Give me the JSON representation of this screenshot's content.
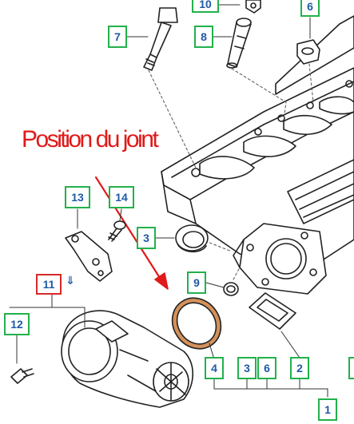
{
  "annotation": {
    "text": "Position du joint",
    "color": "#e01a1a"
  },
  "callouts": {
    "c1": "1",
    "c2": "2",
    "c3a": "3",
    "c3b": "3",
    "c4": "4",
    "c6a": "6",
    "c6b": "6",
    "c7": "7",
    "c8": "8",
    "c9": "9",
    "c10": "10",
    "c11": "11",
    "c12": "12",
    "c13": "13",
    "c14": "14"
  },
  "down_arrow": "⇓",
  "colors": {
    "callout_border": "#22b14c",
    "callout_border_highlight": "#d62828",
    "callout_text": "#1f5aa6",
    "gasket": "#d4915a"
  }
}
